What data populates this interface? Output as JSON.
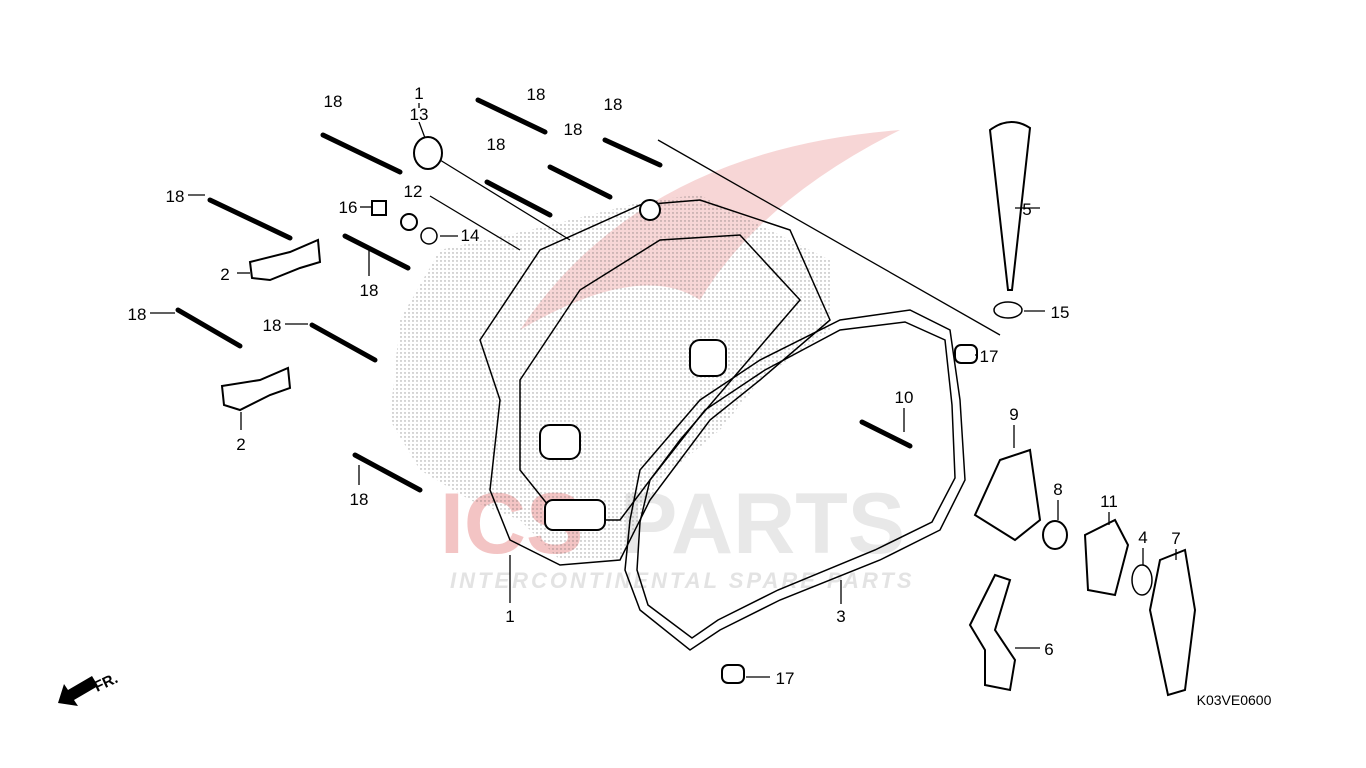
{
  "diagram_code": "K03VE0600",
  "direction_label": "FR.",
  "watermark": {
    "brand": "ICSPARTS",
    "tagline": "INTERCONTINENTAL SPARE PARTS"
  },
  "colors": {
    "watermark_red": "#f3c4c4",
    "watermark_grey": "#e6e6e6",
    "line": "#000000"
  },
  "callouts": [
    "1",
    "13",
    "12",
    "16",
    "14",
    "18",
    "18",
    "18",
    "18",
    "18",
    "18",
    "18",
    "18",
    "18",
    "18",
    "2",
    "2",
    "5",
    "15",
    "17",
    "17",
    "10",
    "9",
    "8",
    "11",
    "4",
    "7",
    "6",
    "3",
    "1"
  ]
}
